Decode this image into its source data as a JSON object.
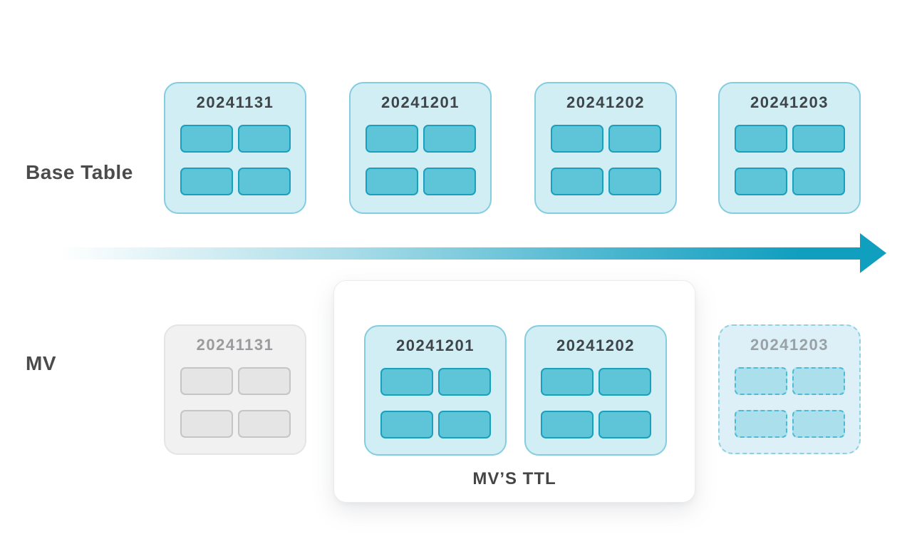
{
  "colors": {
    "accent_teal": "#119fc0",
    "partition_bg": "#d2eef5",
    "partition_border": "#84cdde",
    "cell_fill": "#5ec5d9",
    "cell_border": "#1a9fbd",
    "expired_gray": "#e5e5e6",
    "label_dark": "#4b4b4b"
  },
  "base_row": {
    "label": "Base Table",
    "partitions": [
      {
        "date": "20241131"
      },
      {
        "date": "20241201"
      },
      {
        "date": "20241202"
      },
      {
        "date": "20241203"
      }
    ]
  },
  "timeline_arrow": {
    "direction": "left-to-right",
    "style": "gradient-fade-in"
  },
  "mv_row": {
    "label": "MV",
    "expired_partition": {
      "date": "20241131",
      "state": "expired"
    },
    "ttl_group": {
      "label": "MV’S TTL",
      "partitions": [
        {
          "date": "20241201"
        },
        {
          "date": "20241202"
        }
      ]
    },
    "future_partition": {
      "date": "20241203",
      "state": "pending"
    }
  }
}
